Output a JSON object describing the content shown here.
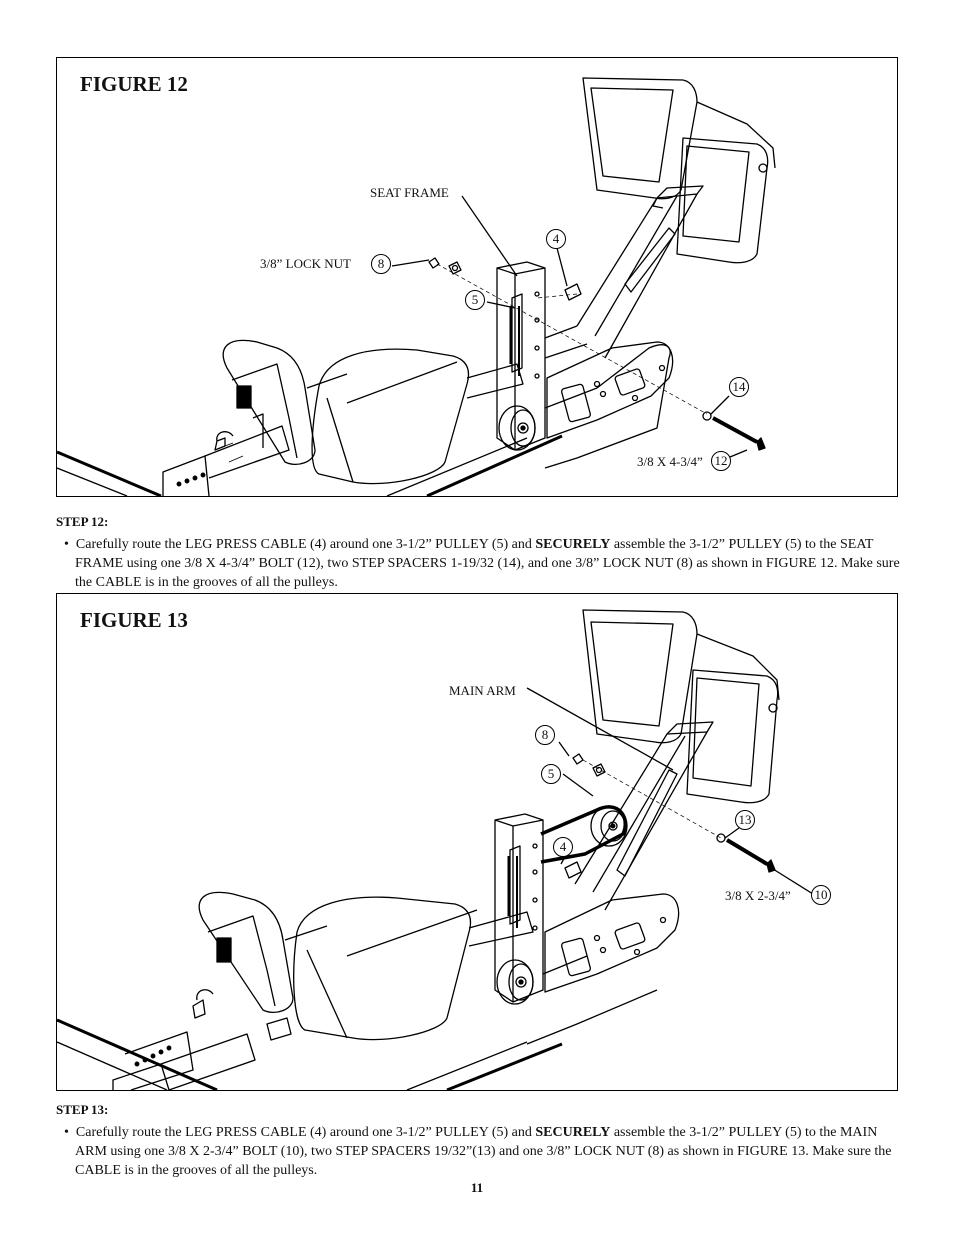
{
  "figure12": {
    "title": "FIGURE 12",
    "labels": {
      "seat_frame": "SEAT FRAME",
      "lock_nut": "3/8” LOCK NUT",
      "bolt": "3/8 X 4-3/4”"
    },
    "callouts": {
      "c8": "8",
      "c4": "4",
      "c5": "5",
      "c14": "14",
      "c12": "12"
    }
  },
  "step12": {
    "heading": "STEP 12:",
    "bullet": "•",
    "text_a": "Carefully route the LEG PRESS CABLE (4) around one 3-1/2” PULLEY (5) and ",
    "emphasis": "SECURELY",
    "text_b": " assemble the 3-1/2” PULLEY (5) to the SEAT FRAME using one 3/8 X 4-3/4” BOLT (12), two STEP SPACERS 1-19/32 (14), and one 3/8” LOCK NUT (8) as shown in FIGURE 12. Make sure the CABLE is in the grooves of all the pulleys."
  },
  "figure13": {
    "title": "FIGURE 13",
    "labels": {
      "main_arm": "MAIN ARM",
      "bolt": "3/8  X  2-3/4”"
    },
    "callouts": {
      "c8": "8",
      "c5": "5",
      "c4": "4",
      "c13": "13",
      "c10": "10"
    }
  },
  "step13": {
    "heading": "STEP 13:",
    "bullet": "•",
    "text_a": "Carefully route the LEG PRESS CABLE (4) around one 3-1/2” PULLEY (5) and ",
    "emphasis": "SECURELY",
    "text_b": " assemble the 3-1/2” PULLEY (5) to the MAIN ARM using one 3/8 X 2-3/4” BOLT (10), two STEP SPACERS 19/32”(13) and one 3/8” LOCK NUT (8) as shown in FIGURE 13. Make sure the CABLE is in the grooves of all the pulleys."
  },
  "page_number": "11"
}
